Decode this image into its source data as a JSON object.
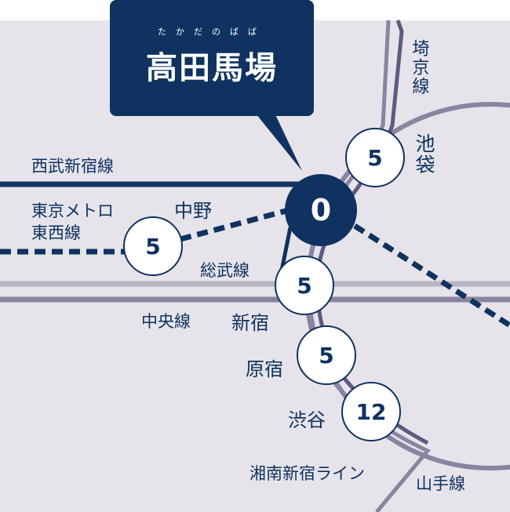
{
  "callout": {
    "reading": "たかだのばば",
    "station": "高田馬場"
  },
  "colors": {
    "navy": "#0f3260",
    "background": "#e6e4ea",
    "sobu": "#b8b4c4",
    "chuo": "#8a84a0",
    "yamanote": "#8a84a0",
    "saikyo": "#5e5a80"
  },
  "lines": {
    "seibu": "西武新宿線",
    "tozai": "東京メトロ\n東西線",
    "sobu": "総武線",
    "chuo": "中央線",
    "saikyo": "埼京線",
    "yamanote": "山手線",
    "shonan": "湘南新宿ライン"
  },
  "stations": [
    {
      "name": "高田馬場",
      "minutes": "0"
    },
    {
      "name": "池袋",
      "minutes": "5"
    },
    {
      "name": "中野",
      "minutes": "5"
    },
    {
      "name": "新宿",
      "minutes": "5"
    },
    {
      "name": "原宿",
      "minutes": "5"
    },
    {
      "name": "渋谷",
      "minutes": "12"
    }
  ]
}
